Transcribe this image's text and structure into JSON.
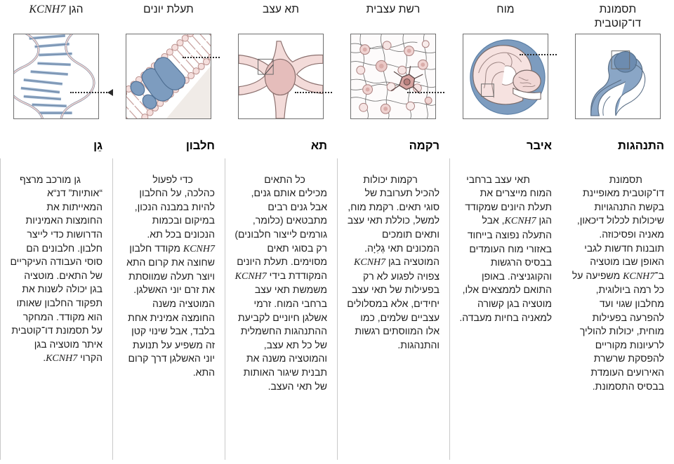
{
  "figure": {
    "direction": "rtl",
    "language": "he",
    "flow": "gene-to-behavior",
    "colors": {
      "blue": "#7d9cbf",
      "blue_dark": "#5b7fa6",
      "pink": "#f2d6d4",
      "pink_dark": "#d9a9a6",
      "outline": "#555555",
      "frame": "#6f6f6f",
      "rule": "#c9c9c9",
      "dotted": "#2a2a2a"
    }
  },
  "panels": [
    {
      "id": "behavior",
      "icon": "curled-person-icon",
      "title_lines": [
        "תסמונת",
        "דו־קוטבית"
      ],
      "title_latin": ""
    },
    {
      "id": "organ",
      "icon": "brain-icon",
      "title_lines": [
        "מוח"
      ],
      "title_latin": ""
    },
    {
      "id": "tissue",
      "icon": "neural-network-icon",
      "title_lines": [
        "רשת עצבית"
      ],
      "title_latin": ""
    },
    {
      "id": "cell",
      "icon": "neuron-icon",
      "title_lines": [
        "תא עצב"
      ],
      "title_latin": ""
    },
    {
      "id": "protein",
      "icon": "ion-channel-icon",
      "title_lines": [
        "תעלת יונים"
      ],
      "title_latin": ""
    },
    {
      "id": "gene",
      "icon": "dna-helix-icon",
      "title_lines": [
        "הגן "
      ],
      "title_latin": "KCNH7"
    }
  ],
  "columns": [
    {
      "id": "behavior",
      "head": "התנהגות",
      "segments": [
        {
          "text": "תסמונת דו־קוטבית מאופיינת בקשת התנהגויות שיכולות לכלול דיכאון, מאניה ופסיכוזה. תובנות חדשות לגבי האופן שבו מוטציה ב־",
          "latin": false
        },
        {
          "text": "KCNH7",
          "latin": true
        },
        {
          "text": " משפיעה על כל רמה ביולוגית, מחלבון שגוי ועד להפרעה בפעילות מוחית, יכולות להוליך לרעיונות מקוריים להפסקת שרשרת האירועים העומדת בבסיס התסמונת.",
          "latin": false
        }
      ]
    },
    {
      "id": "organ",
      "head": "איבר",
      "segments": [
        {
          "text": "תאי עצב ברחבי המוח מייצרים את תעלת היונים שמקודד הגן ",
          "latin": false
        },
        {
          "text": "KCNH7",
          "latin": true
        },
        {
          "text": ", אבל התעלה נפוצה בייחוד באזורי מוח העומדים בבסיס הרגשות והקוגניציה. באופן התואם לממצאים אלו, מוטציה בגן קשורה למאניה בחיות מעבדה.",
          "latin": false
        }
      ]
    },
    {
      "id": "tissue",
      "head": "רקמה",
      "segments": [
        {
          "text": "רקמות יכולות להכיל תערובת של סוגי תאים. רקמת מוח, למשל, כוללת תאי עצב ותאים תומכים המכונים תאי גְלִיָה. המוטציה בגן ",
          "latin": false
        },
        {
          "text": "KCNH7",
          "latin": true
        },
        {
          "text": " צפויה לפגוע לא רק בפעילות של תאי עצב יחידים, אלא במסלולים עצביים שלמים, כמו אלו המווסתים רגשות והתנהגות.",
          "latin": false
        }
      ]
    },
    {
      "id": "cell",
      "head": "תא",
      "segments": [
        {
          "text": "כל התאים מכילים אותם גנים, אבל גנים רבים מתבטאים (כלומר, גורמים לייצור חלבונים) רק בסוגי תאים מסוימים. תעלת היונים המקודדת בידי ",
          "latin": false
        },
        {
          "text": "KCNH7",
          "latin": true
        },
        {
          "text": " משמשת תאי עצב ברחבי המוח. זרמי אשלגן חיוניים לקביעת ההתנהגות החשמלית של כל תא עצב, והמוטציה משנה את תבנית שיגור האותות של תאי העצב.",
          "latin": false
        }
      ]
    },
    {
      "id": "protein",
      "head": "חלבון",
      "segments": [
        {
          "text": "כדי לפעול כהלכה, על החלבון להיות במבנה הנכון, במיקום ובכמות הנכונים בכל תא. ",
          "latin": false
        },
        {
          "text": "KCNH7",
          "latin": true
        },
        {
          "text": " מקודד חלבון שחוצה את קרום התא ויוצר תעלה שמווסתת את זרם יוני האשלגן. המוטציה משנה החומצה אמינית אחת בלבד, אבל שינוי קטן זה משפיע על תנועת יוני האשלגן דרך קרום התא.",
          "latin": false
        }
      ]
    },
    {
      "id": "gene",
      "head": "גֵן",
      "segments": [
        {
          "text": "גן מורכב מרצף “אותיות” דנ“א המאייתות את החומצות האמיניות הדרושות כדי לייצר חלבון. חלבונים הם סוסי העבודה העיקריים של התאים. מוטציה בגן יכולה לשנות את תפקוד החלבון שאותו הוא מקודד. המחקר על תסמונת דו־קוטבית איתר מוטציה בגן הקרוי ",
          "latin": false
        },
        {
          "text": "KCNH7",
          "latin": true
        },
        {
          "text": ".",
          "latin": false
        }
      ]
    }
  ],
  "connectors": [
    {
      "id": "gene-to-protein",
      "direction": "leftward"
    },
    {
      "id": "protein-to-cell",
      "direction": "leftward"
    },
    {
      "id": "cell-to-tissue",
      "direction": "leftward"
    },
    {
      "id": "tissue-to-organ",
      "direction": "leftward"
    },
    {
      "id": "organ-to-behavior",
      "direction": "leftward"
    }
  ]
}
